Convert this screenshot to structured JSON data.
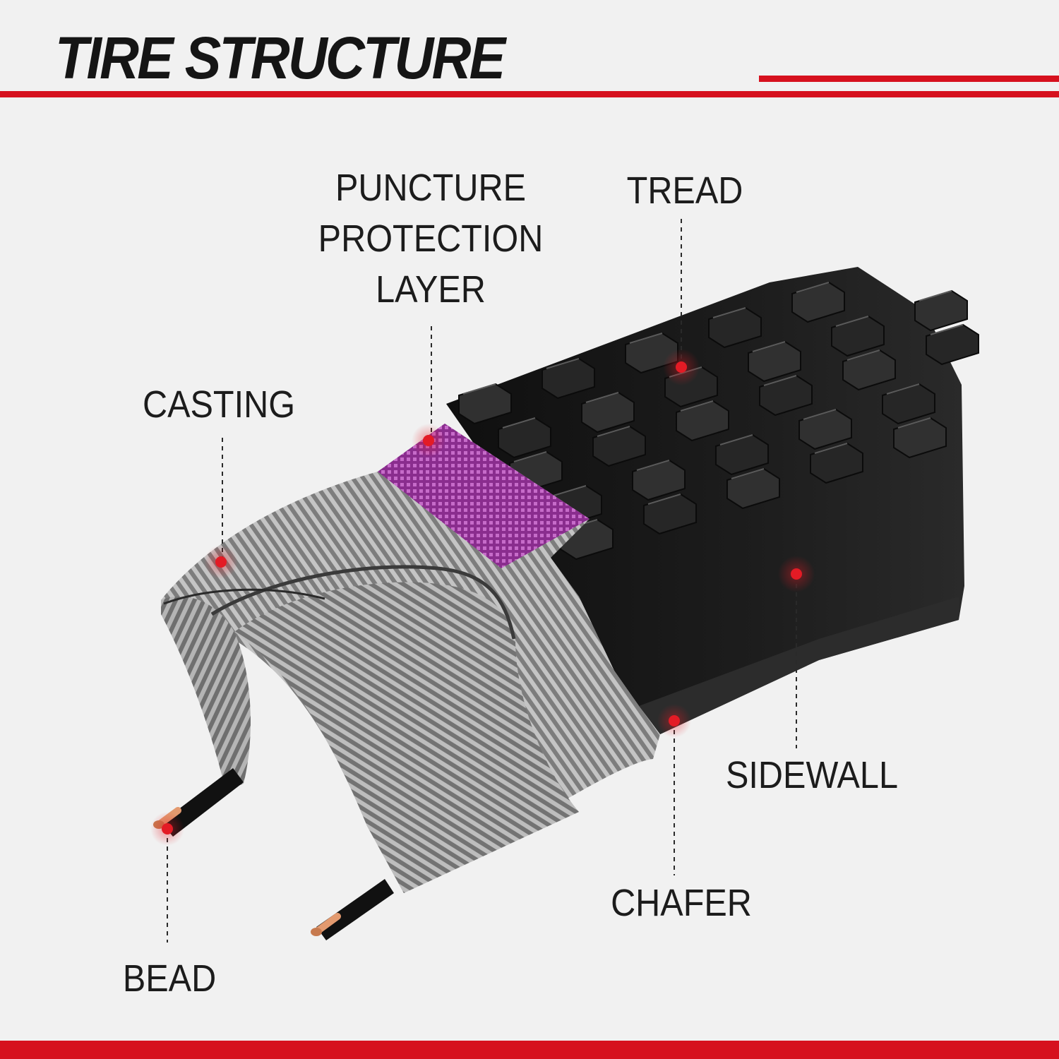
{
  "title": "TIRE STRUCTURE",
  "colors": {
    "accent": "#d6111e",
    "background": "#f1f1f1",
    "rubber": "#1b1b1b",
    "casing": "#8a8a8a",
    "puncture_layer": "#a23aa6",
    "bead_core": "#c77a4e"
  },
  "labels": {
    "puncture": [
      "PUNCTURE",
      "PROTECTION",
      "LAYER"
    ],
    "tread": "TREAD",
    "casting": "CASTING",
    "sidewall": "SIDEWALL",
    "chafer": "CHAFER",
    "bead": "BEAD"
  }
}
